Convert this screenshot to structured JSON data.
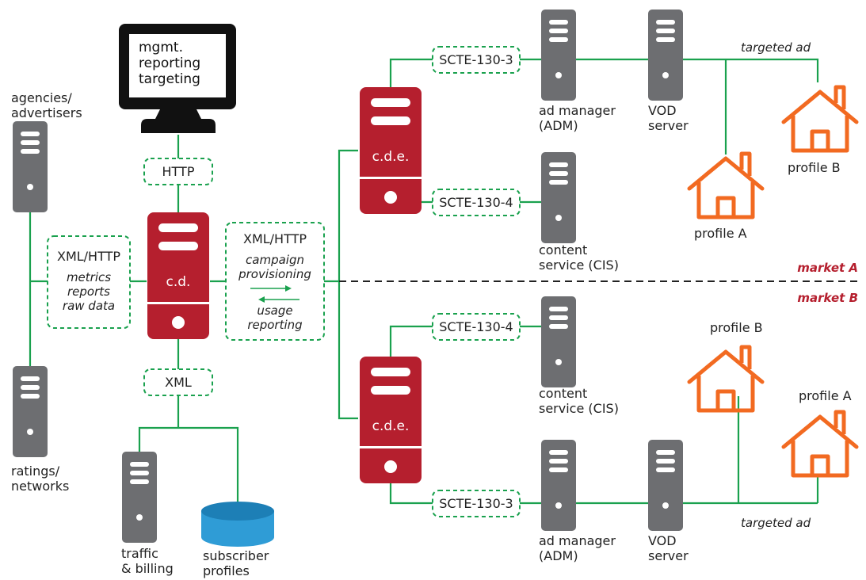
{
  "colors": {
    "link": "#1aa14e",
    "server_gray": "#6d6e71",
    "server_red": "#b51f2e",
    "house": "#f26a21",
    "market": "#b51f2e",
    "database": "#2f9cd6"
  },
  "icons": {
    "gray_server": "server-icon",
    "red_server": "server-icon",
    "house": "house-icon",
    "monitor": "monitor-icon",
    "database": "database-icon"
  },
  "left": {
    "agencies": [
      "agencies/",
      "advertisers"
    ],
    "ratings": [
      "ratings/",
      "networks"
    ],
    "xml_http_box": {
      "title": "XML/HTTP",
      "lines": [
        "metrics",
        "reports",
        "raw data"
      ]
    }
  },
  "center": {
    "monitor": [
      "mgmt.",
      "reporting",
      "targeting"
    ],
    "http_box": "HTTP",
    "cd_label": "c.d.",
    "xml_box": "XML",
    "traffic": [
      "traffic",
      "& billing"
    ],
    "subscriber": [
      "subscriber",
      "profiles"
    ],
    "right_box": {
      "title": "XML/HTTP",
      "provisioning": [
        "campaign",
        "provisioning"
      ],
      "usage": [
        "usage",
        "reporting"
      ]
    }
  },
  "market_a": {
    "name": "market A",
    "cde_label": "c.d.e.",
    "scte_adm": "SCTE-130-3",
    "scte_cis": "SCTE-130-4",
    "adm": [
      "ad manager",
      "(ADM)"
    ],
    "vod": [
      "VOD",
      "server"
    ],
    "cis": [
      "content",
      "service (CIS)"
    ],
    "targeted_ad": "targeted ad",
    "profile_a": "profile A",
    "profile_b": "profile B"
  },
  "market_b": {
    "name": "market B",
    "cde_label": "c.d.e.",
    "scte_cis": "SCTE-130-4",
    "scte_adm": "SCTE-130-3",
    "cis": [
      "content",
      "service (CIS)"
    ],
    "adm": [
      "ad manager",
      "(ADM)"
    ],
    "vod": [
      "VOD",
      "server"
    ],
    "targeted_ad": "targeted ad",
    "profile_a": "profile A",
    "profile_b": "profile B"
  }
}
